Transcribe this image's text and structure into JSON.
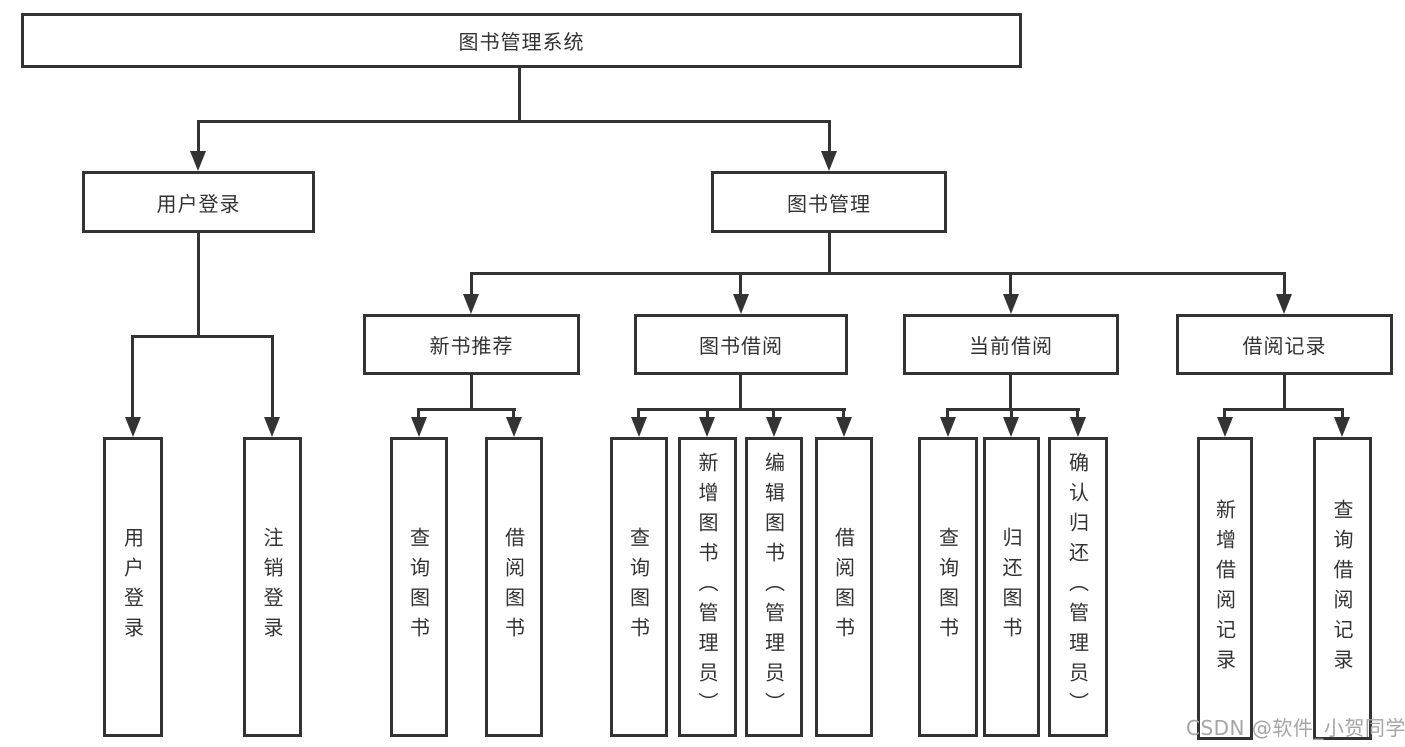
{
  "tree": {
    "root": {
      "label": "图书管理系统",
      "children": [
        {
          "label": "用户登录",
          "children": [
            {
              "label": "用户登录"
            },
            {
              "label": "注销登录"
            }
          ]
        },
        {
          "label": "图书管理",
          "children": [
            {
              "label": "新书推荐",
              "children": [
                {
                  "label": "查询图书"
                },
                {
                  "label": "借阅图书"
                }
              ]
            },
            {
              "label": "图书借阅",
              "children": [
                {
                  "label": "查询图书"
                },
                {
                  "label": "新增图书（管理员）"
                },
                {
                  "label": "编辑图书（管理员）"
                },
                {
                  "label": "借阅图书"
                }
              ]
            },
            {
              "label": "当前借阅",
              "children": [
                {
                  "label": "查询图书"
                },
                {
                  "label": "归还图书"
                },
                {
                  "label": "确认归还（管理员）"
                }
              ]
            },
            {
              "label": "借阅记录",
              "children": [
                {
                  "label": "新增借阅记录"
                },
                {
                  "label": "查询借阅记录"
                }
              ]
            }
          ]
        }
      ]
    }
  },
  "watermark": {
    "text": "CSDN @软件_小贺同学",
    "color": "#a5a5a5"
  },
  "colors": {
    "line": "#333333",
    "box_border": "#333333",
    "text": "#333333",
    "background": "#ffffff"
  }
}
